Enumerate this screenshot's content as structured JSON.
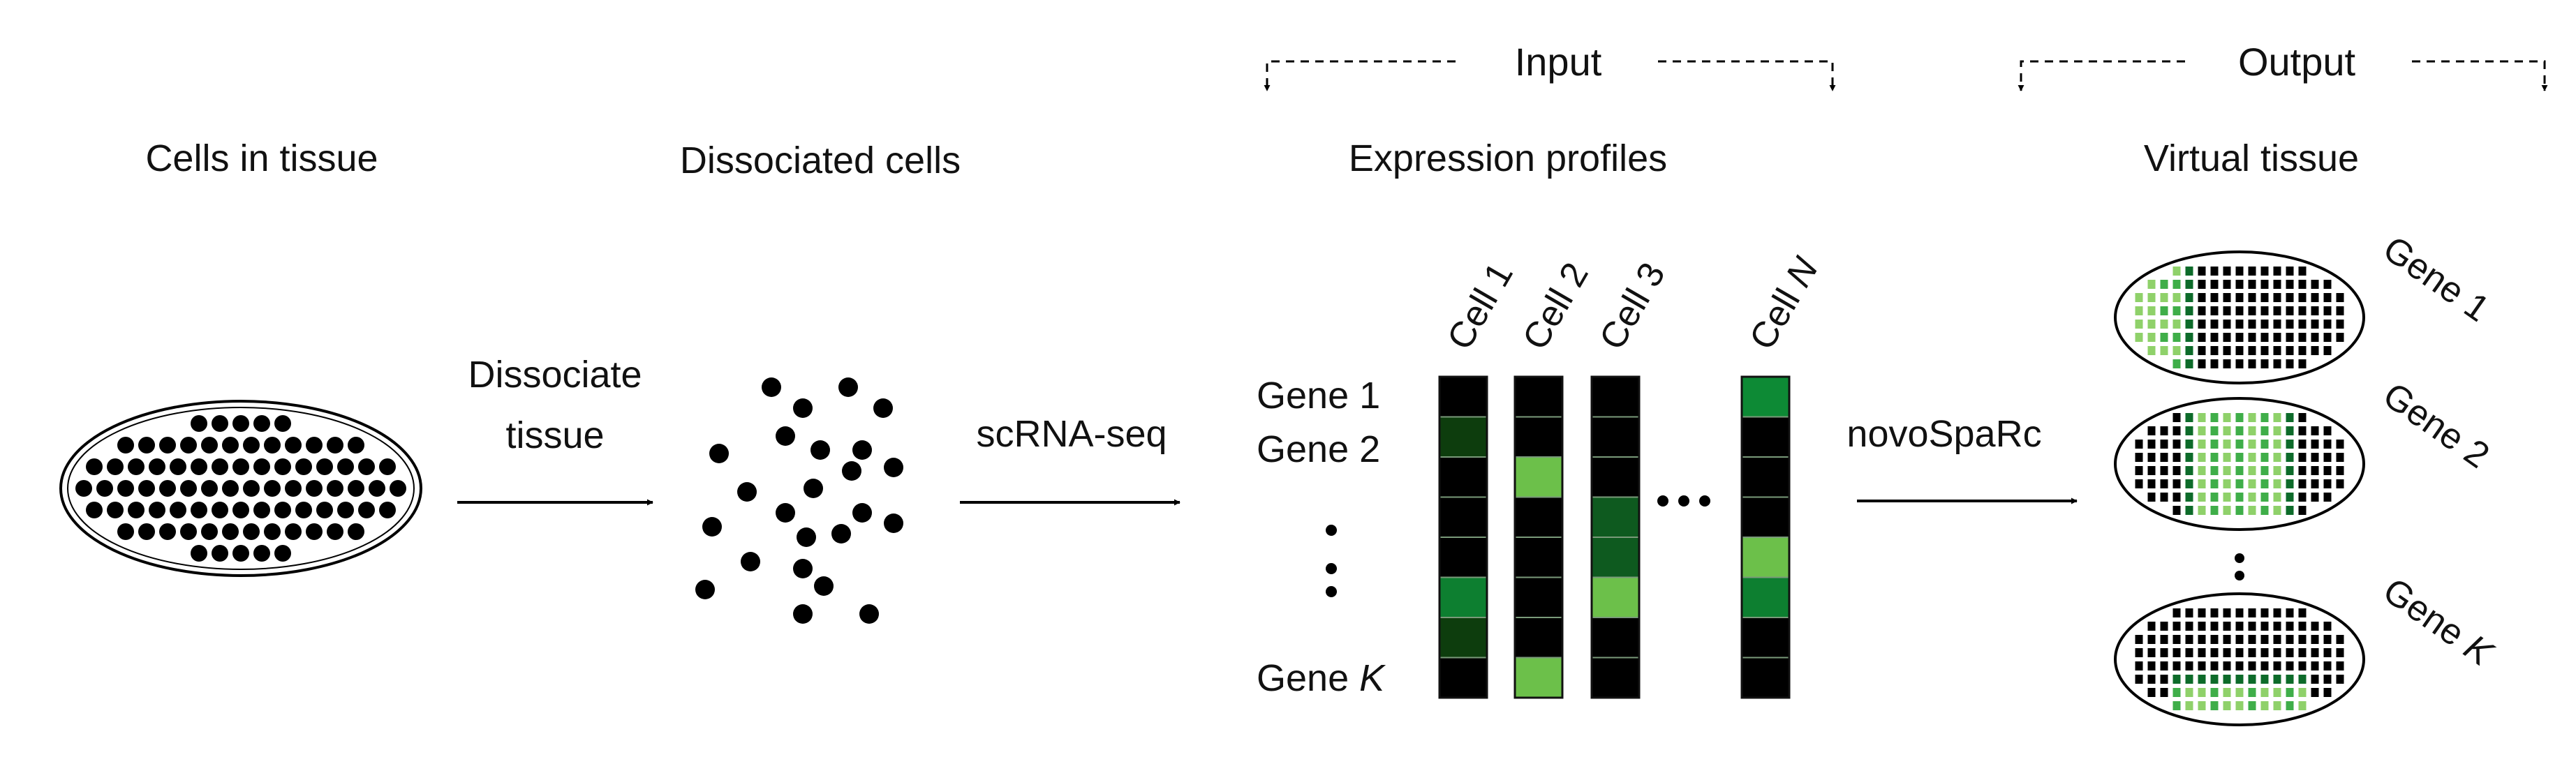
{
  "stages": {
    "tissue": "Cells in tissue",
    "dissociated": "Dissociated cells",
    "profiles": "Expression profiles",
    "virtual": "Virtual tissue"
  },
  "arrows": {
    "dissociate_line1": "Dissociate",
    "dissociate_line2": "tissue",
    "scrna": "scRNA-seq",
    "novo": "novoSpaRc"
  },
  "brackets": {
    "input": "Input",
    "output": "Output"
  },
  "matrix": {
    "row_labels": {
      "gene1": "Gene 1",
      "gene2": "Gene 2",
      "geneK_prefix": "Gene ",
      "geneK_italic": "K"
    },
    "columns": [
      {
        "prefix": "Cell ",
        "suffix": "1",
        "italic": false
      },
      {
        "prefix": "Cell ",
        "suffix": "2",
        "italic": false
      },
      {
        "prefix": "Cell ",
        "suffix": "3",
        "italic": false
      },
      {
        "prefix": "Cell ",
        "suffix": "N",
        "italic": true
      }
    ],
    "cells": [
      [
        "#000000",
        "#0d3d0d",
        "#000000",
        "#000000",
        "#000000",
        "#0d7f30",
        "#0d3d0d",
        "#000000"
      ],
      [
        "#000000",
        "#000000",
        "#6cc04a",
        "#000000",
        "#000000",
        "#000000",
        "#000000",
        "#6cc04a"
      ],
      [
        "#000000",
        "#000000",
        "#000000",
        "#0e5a1f",
        "#0e5a1f",
        "#6cc04a",
        "#000000",
        "#000000"
      ],
      [
        "#0d8a35",
        "#000000",
        "#000000",
        "#000000",
        "#6cc04a",
        "#0d7f30",
        "#000000",
        "#000000"
      ]
    ]
  },
  "virtual_tissue": {
    "genes": [
      {
        "prefix": "Gene ",
        "suffix": "1",
        "italic": false
      },
      {
        "prefix": "Gene ",
        "suffix": "2",
        "italic": false
      },
      {
        "prefix": "Gene ",
        "suffix": "K",
        "italic": true
      }
    ]
  },
  "colors": {
    "light_green": "#8fd16a",
    "mid_green": "#3fae49",
    "dark_green": "#0d6b2a",
    "black": "#000000"
  }
}
